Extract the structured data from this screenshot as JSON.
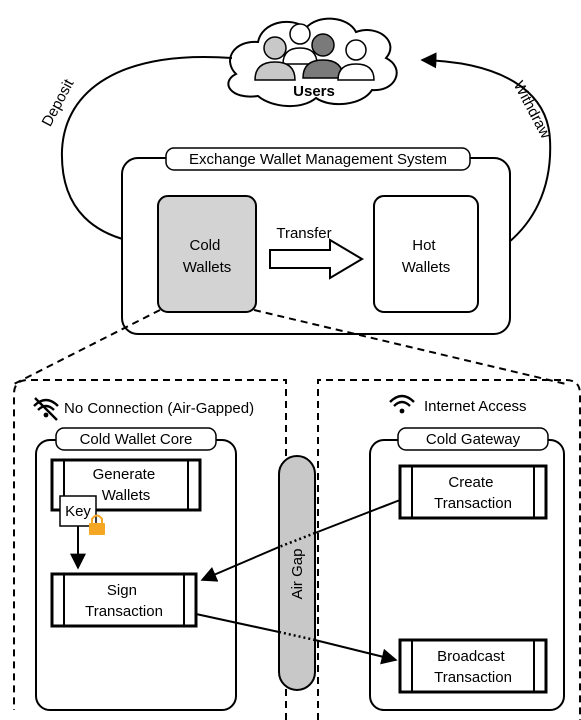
{
  "users": {
    "label": "Users"
  },
  "flows": {
    "deposit": "Deposit",
    "withdraw": "Withdraw",
    "transfer": "Transfer"
  },
  "system": {
    "title": "Exchange Wallet Management System",
    "cold_wallets": [
      "Cold",
      "Wallets"
    ],
    "hot_wallets": [
      "Hot",
      "Wallets"
    ]
  },
  "offline_zone": {
    "title": "No Connection (Air-Gapped)",
    "icon": "wifi-off-icon",
    "core": {
      "title": "Cold Wallet Core",
      "generate": [
        "Generate",
        "Wallets"
      ],
      "key": "Key",
      "sign": [
        "Sign",
        "Transaction"
      ]
    }
  },
  "air_gap": {
    "label": "Air Gap"
  },
  "online_zone": {
    "title": "Internet Access",
    "icon": "wifi-icon",
    "gateway": {
      "title": "Cold Gateway",
      "create": [
        "Create",
        "Transaction"
      ],
      "broadcast": [
        "Broadcast",
        "Transaction"
      ]
    }
  },
  "colors": {
    "cold_fill": "#d3d3d3",
    "air_gap_fill": "#c8c8c8",
    "lock": "#f5a623",
    "line": "#000000"
  }
}
